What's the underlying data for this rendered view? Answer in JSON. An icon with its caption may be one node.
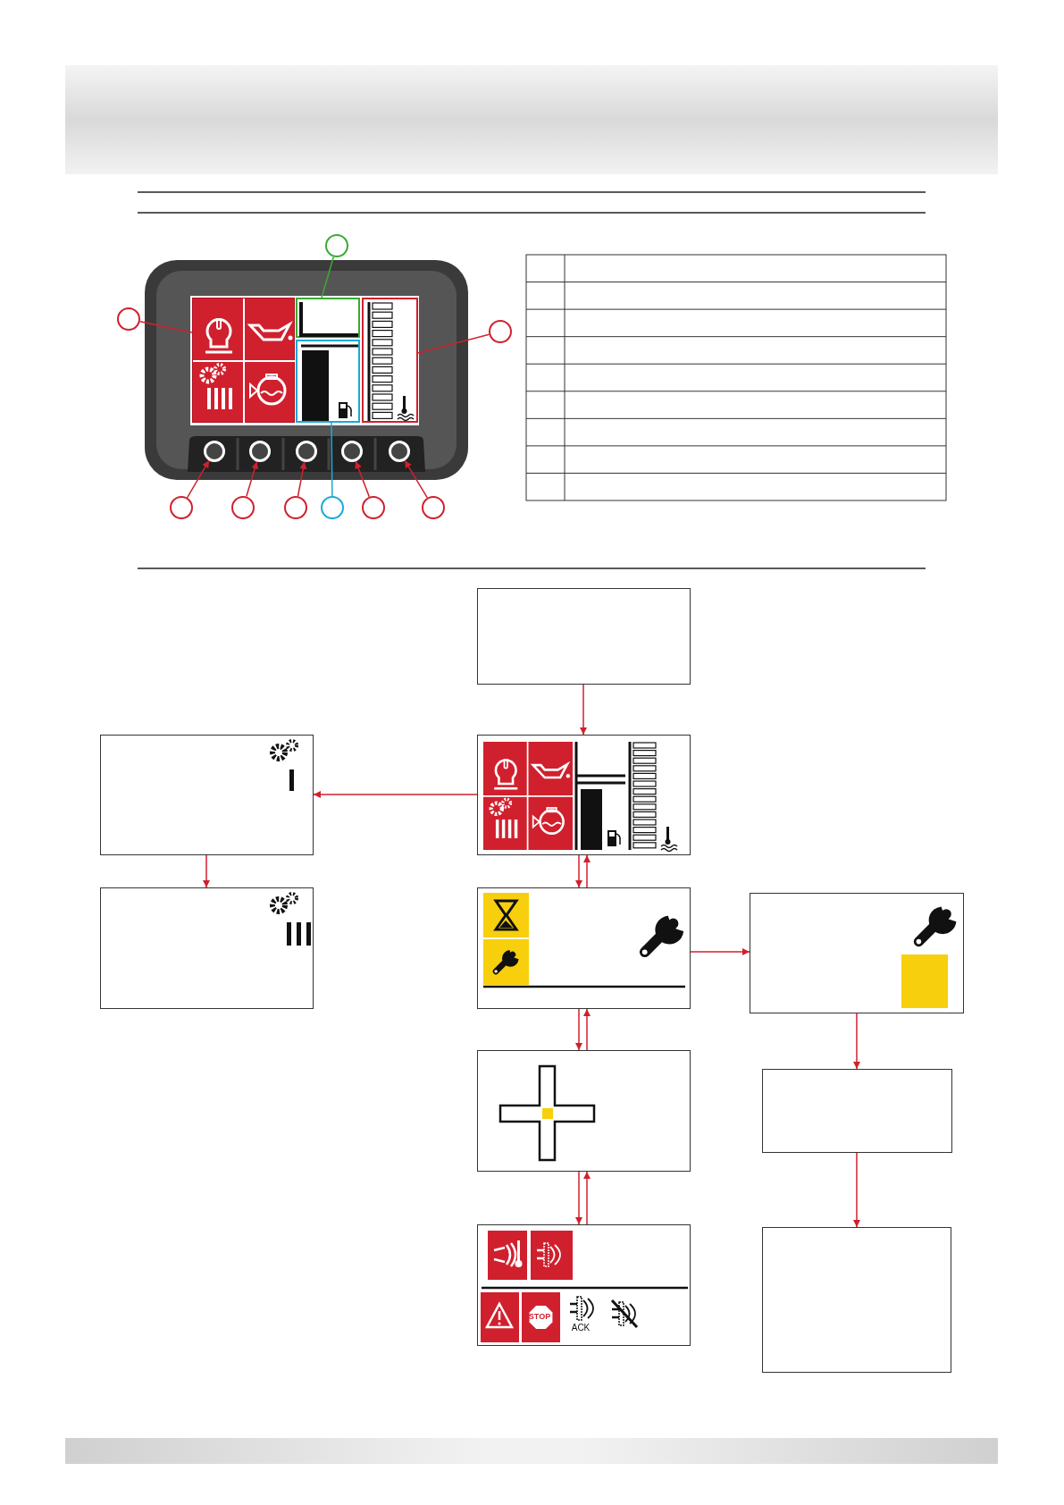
{
  "diagram": {
    "nodes": [
      {
        "text": [],
        "shape": "box"
      },
      {
        "text": [],
        "shape": "box"
      },
      {
        "text": [],
        "shape": "box"
      },
      {
        "text": [],
        "shape": "box"
      },
      {
        "text": [],
        "shape": "circle"
      },
      {
        "text": [],
        "shape": "circle"
      },
      {
        "text": [],
        "shape": "circle"
      },
      {
        "text": [],
        "shape": "circle"
      },
      {
        "text": [],
        "shape": "circle"
      },
      {
        "text": [],
        "shape": "circle"
      },
      {
        "text": [],
        "shape": "circle"
      },
      {
        "text": [],
        "shape": "circle"
      },
      {
        "text": [],
        "shape": "circle"
      },
      {
        "text": [],
        "shape": "circle"
      },
      {
        "text": [],
        "shape": "circle"
      },
      {
        "text": [],
        "shape": "circle"
      },
      {
        "text": [],
        "shape": "circle"
      },
      {
        "text": [],
        "shape": "circle"
      },
      {
        "text": [],
        "shape": "box"
      },
      {
        "text": [],
        "shape": "box"
      },
      {
        "text": [],
        "shape": "box"
      },
      {
        "text": [],
        "shape": "box"
      },
      {
        "text": [],
        "shape": "box"
      },
      {
        "text": [],
        "shape": "box"
      },
      {
        "text": [],
        "shape": "box"
      },
      {
        "text": [],
        "shape": "box"
      },
      {
        "text": [],
        "shape": "box"
      },
      {
        "text": [],
        "shape": "box"
      }
    ],
    "edges": [
      {
        "from": 9,
        "to": 0,
        "arrow": "none"
      },
      {
        "from": 10,
        "to": 1,
        "arrow": "none",
        "color": "#3aaa35"
      },
      {
        "from": 11,
        "to": 3,
        "arrow": "none"
      },
      {
        "from": 12,
        "to": 4,
        "arrow": "to"
      },
      {
        "from": 13,
        "to": 5,
        "arrow": "to"
      },
      {
        "from": 14,
        "to": 6,
        "arrow": "to"
      },
      {
        "from": 15,
        "to": 2,
        "arrow": "none",
        "color": "#1ba9d6"
      },
      {
        "from": 16,
        "to": 7,
        "arrow": "to"
      },
      {
        "from": 17,
        "to": 8,
        "arrow": "to"
      },
      {
        "from": 18,
        "to": 19,
        "arrow": "to"
      },
      {
        "from": 19,
        "to": 20,
        "arrow": "to"
      },
      {
        "from": 20,
        "to": 21,
        "arrow": "to"
      },
      {
        "from": 19,
        "to": 22,
        "arrow": "to"
      },
      {
        "from": 22,
        "to": 19,
        "arrow": "to"
      },
      {
        "from": 22,
        "to": 23,
        "arrow": "to"
      },
      {
        "from": 22,
        "to": 24,
        "arrow": "to"
      },
      {
        "from": 24,
        "to": 22,
        "arrow": "to"
      },
      {
        "from": 24,
        "to": 26,
        "arrow": "to"
      },
      {
        "from": 26,
        "to": 24,
        "arrow": "to"
      },
      {
        "from": 23,
        "to": 25,
        "arrow": "to"
      },
      {
        "from": 25,
        "to": 27,
        "arrow": "to"
      }
    ],
    "labels": [
      "STOP",
      "ACK"
    ]
  }
}
